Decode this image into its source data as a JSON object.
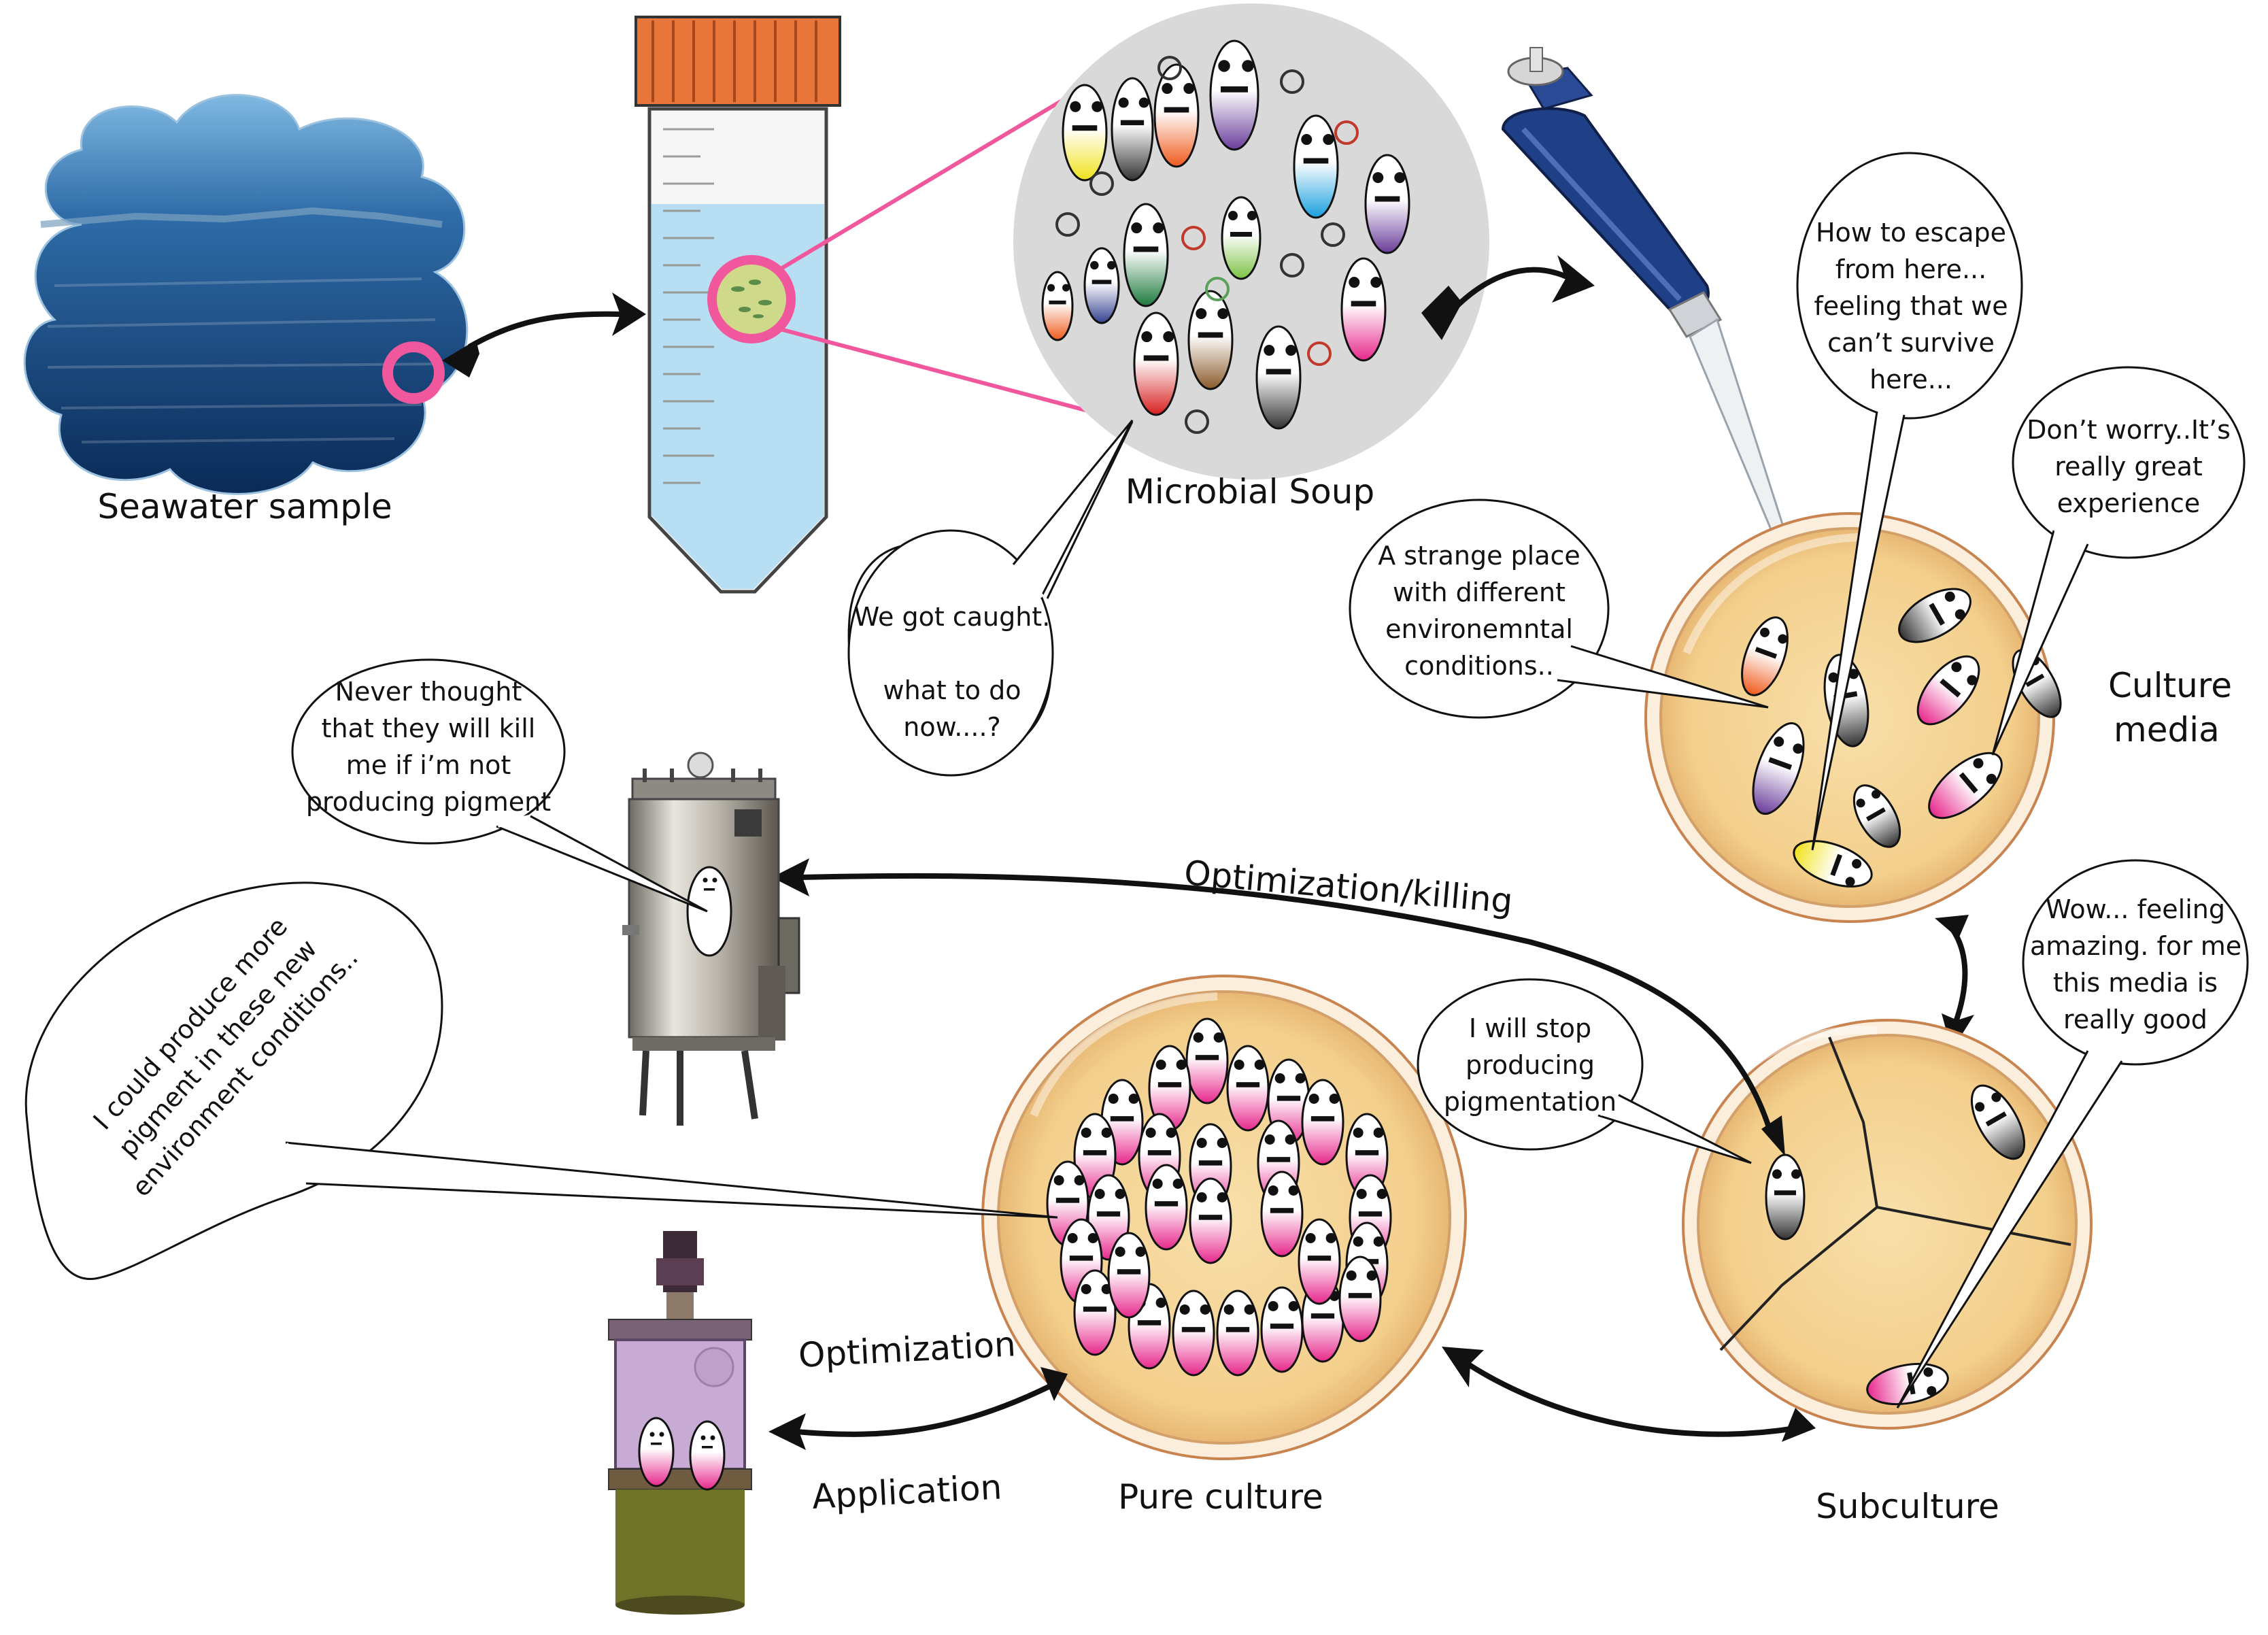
{
  "labels": {
    "seawater": "Seawater sample",
    "soup": "Microbial Soup",
    "culture_media_1": "Culture",
    "culture_media_2": "media",
    "optimization_killing": "Optimization/killing",
    "optimization": "Optimization",
    "application": "Application",
    "pure_culture": "Pure culture",
    "subculture": "Subculture"
  },
  "bubbles": {
    "caught": [
      "We got caught.",
      "",
      "what to do",
      "now....?"
    ],
    "escape": [
      "How to escape",
      "from here...",
      "feeling that we",
      "can’t survive",
      "here..."
    ],
    "worry": [
      "Don’t worry..It’s",
      "really great",
      "experience"
    ],
    "strange": [
      "A strange place",
      "with different",
      "environemntal",
      "conditions.."
    ],
    "never": [
      "Never thought",
      "that they will kill",
      "me if i’m not",
      "producing pigment"
    ],
    "produce": [
      "I could produce more",
      "pigment in these new",
      "environment conditions.."
    ],
    "stop": [
      "I will stop",
      "producing",
      "pigmentation"
    ],
    "wow": [
      "Wow... feeling",
      "amazing. for me",
      "this media is",
      "really good"
    ]
  },
  "colors": {
    "sea_dark": "#0b2f5e",
    "sea_light": "#5fa6d6",
    "tube_cap": "#e8763a",
    "tube_liquid": "#b7def2",
    "pink_ring": "#f0579c",
    "plate_fill": "#f6d79c",
    "plate_rim": "#c8834f",
    "soup_bg": "#d9d9d9",
    "pipette": "#1f3f86",
    "magenta": "#e7288c",
    "arrow": "#111111"
  }
}
